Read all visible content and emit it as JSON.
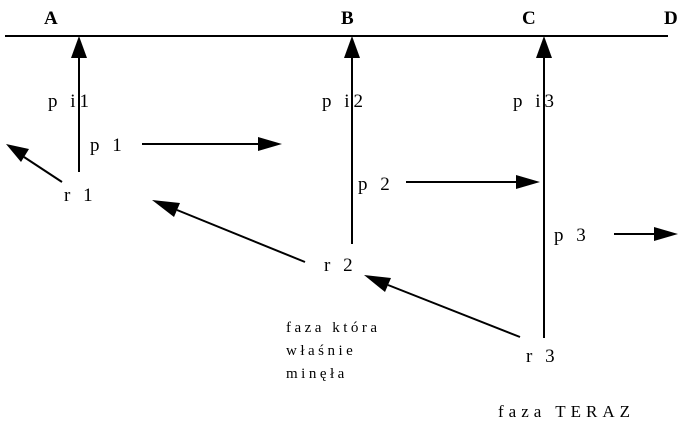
{
  "columns": {
    "a": "A",
    "b": "B",
    "c": "C",
    "d": "D"
  },
  "labels": {
    "pi1": "p i1",
    "pi2": "p i2",
    "pi3": "p i3",
    "p1": "p 1",
    "p2": "p 2",
    "p3": "p 3",
    "r1": "r 1",
    "r2": "r 2",
    "r3": "r 3"
  },
  "notes": {
    "past_phase_line1": "faza która",
    "past_phase_line2": "właśnie",
    "past_phase_line3": "minęła",
    "current_phase": "faza TERAZ"
  }
}
